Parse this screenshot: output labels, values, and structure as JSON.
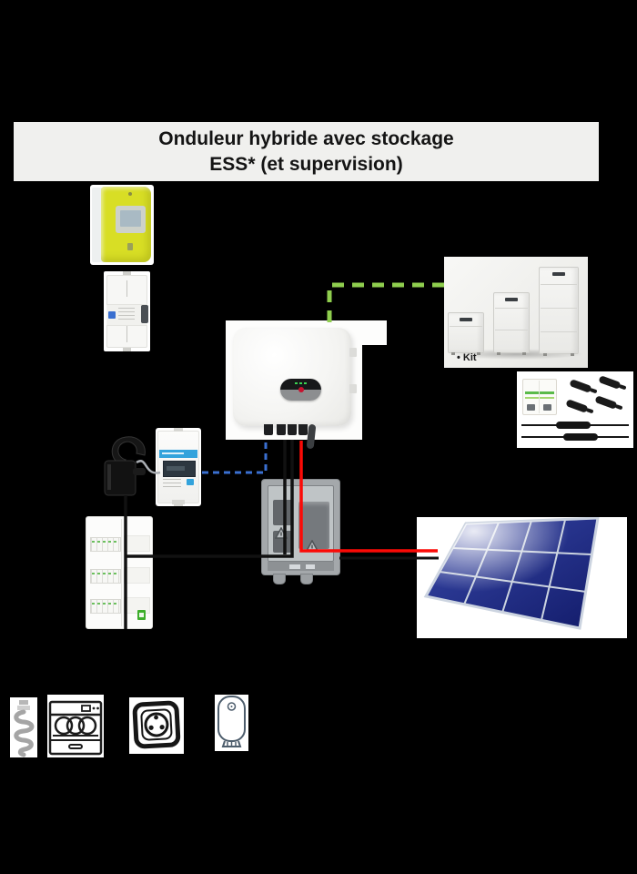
{
  "title": {
    "line1": "Onduleur hybride avec stockage",
    "line2": "ESS* (et supervision)"
  },
  "battery": {
    "caption": "• Kit"
  },
  "colors": {
    "background": "#000000",
    "title_bg": "#f0f0ee",
    "title_text": "#141414",
    "meter_box_yellow": "#d8de25",
    "wire_green": "#8fce4e",
    "wire_blue": "#3a6fd0",
    "wire_red": "#fb0a06",
    "wire_black": "#111111",
    "ct_cable_gray": "#a9adb2",
    "meter_accent_blue": "#33a3dc",
    "panel_green": "#3dae2b",
    "inverter_logo_red": "#c8102e",
    "solar_blue_light": "#3747a8",
    "solar_blue_dark": "#131c6b",
    "solar_grid_silver": "#ccd4e0"
  },
  "icons": {
    "equipment": [
      "grid-meter-box",
      "main-breaker",
      "hybrid-inverter",
      "battery-stack",
      "protection-kit",
      "ct-clamp",
      "energy-meter",
      "distribution-panel",
      "dc-junction-box",
      "solar-array"
    ],
    "appliances": [
      "cfl-bulb-icon",
      "dishwasher-icon",
      "power-socket-icon",
      "water-heater-icon"
    ]
  }
}
